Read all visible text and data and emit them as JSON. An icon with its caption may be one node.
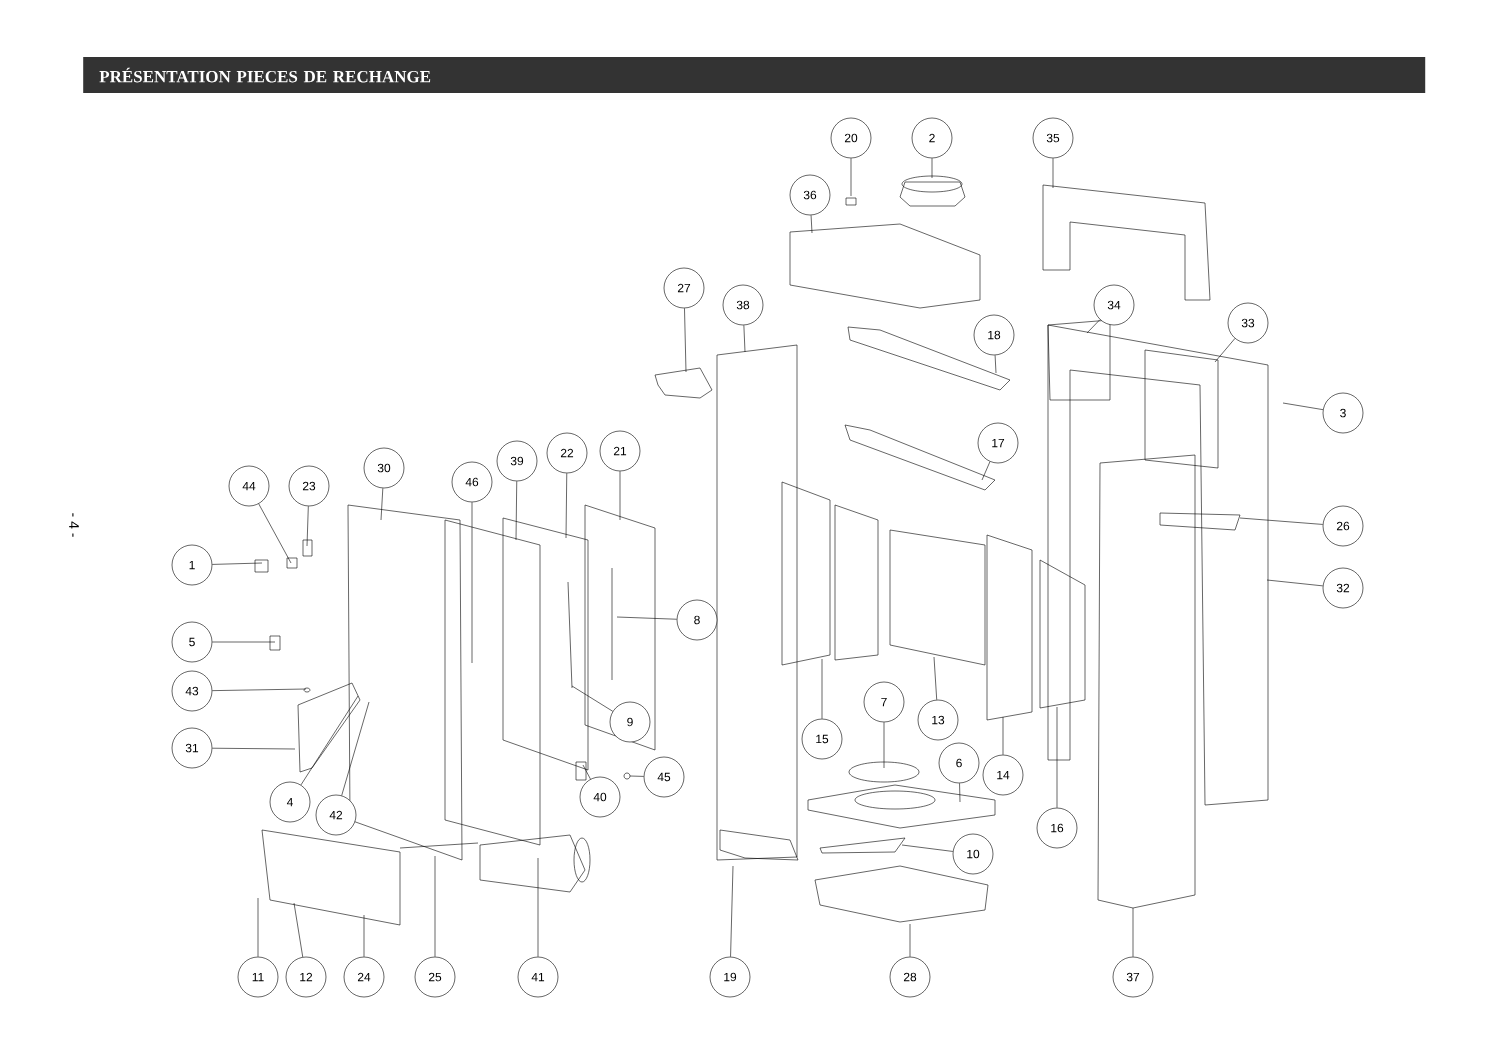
{
  "diagram": {
    "title": "PRÉSENTATION PIECES DE RECHANGE",
    "nodes": [
      {
        "text": [
          "20"
        ]
      },
      {
        "text": [
          "2"
        ]
      },
      {
        "text": [
          "35"
        ]
      },
      {
        "text": [
          "36"
        ]
      },
      {
        "text": [
          "27"
        ]
      },
      {
        "text": [
          "38"
        ]
      },
      {
        "text": [
          "34"
        ]
      },
      {
        "text": [
          "18"
        ]
      },
      {
        "text": [
          "33"
        ]
      },
      {
        "text": [
          "3"
        ]
      },
      {
        "text": [
          "17"
        ]
      },
      {
        "text": [
          "21"
        ]
      },
      {
        "text": [
          "22"
        ]
      },
      {
        "text": [
          "39"
        ]
      },
      {
        "text": [
          "30"
        ]
      },
      {
        "text": [
          "46"
        ]
      },
      {
        "text": [
          "44"
        ]
      },
      {
        "text": [
          "23"
        ]
      },
      {
        "text": [
          "26"
        ]
      },
      {
        "text": [
          "1"
        ]
      },
      {
        "text": [
          "32"
        ]
      },
      {
        "text": [
          "8"
        ]
      },
      {
        "text": [
          "5"
        ]
      },
      {
        "text": [
          "43"
        ]
      },
      {
        "text": [
          "7"
        ]
      },
      {
        "text": [
          "13"
        ]
      },
      {
        "text": [
          "9"
        ]
      },
      {
        "text": [
          "15"
        ]
      },
      {
        "text": [
          "31"
        ]
      },
      {
        "text": [
          "6"
        ]
      },
      {
        "text": [
          "45"
        ]
      },
      {
        "text": [
          "14"
        ]
      },
      {
        "text": [
          "40"
        ]
      },
      {
        "text": [
          "4"
        ]
      },
      {
        "text": [
          "42"
        ]
      },
      {
        "text": [
          "16"
        ]
      },
      {
        "text": [
          "10"
        ]
      },
      {
        "text": [
          "11"
        ]
      },
      {
        "text": [
          "12"
        ]
      },
      {
        "text": [
          "24"
        ]
      },
      {
        "text": [
          "25"
        ]
      },
      {
        "text": [
          "41"
        ]
      },
      {
        "text": [
          "19"
        ]
      },
      {
        "text": [
          "28"
        ]
      },
      {
        "text": [
          "37"
        ]
      }
    ],
    "edges": [
      {
        "from": 0,
        "to": null,
        "arrow": "none"
      },
      {
        "from": 1,
        "to": null,
        "arrow": "none"
      },
      {
        "from": 2,
        "to": null,
        "arrow": "none"
      },
      {
        "from": 3,
        "to": null,
        "arrow": "none"
      },
      {
        "from": 4,
        "to": null,
        "arrow": "none"
      },
      {
        "from": 5,
        "to": null,
        "arrow": "none"
      },
      {
        "from": 6,
        "to": null,
        "arrow": "none"
      },
      {
        "from": 7,
        "to": null,
        "arrow": "none"
      },
      {
        "from": 8,
        "to": null,
        "arrow": "none"
      },
      {
        "from": 9,
        "to": null,
        "arrow": "none"
      },
      {
        "from": 10,
        "to": null,
        "arrow": "none"
      },
      {
        "from": 11,
        "to": null,
        "arrow": "none"
      },
      {
        "from": 12,
        "to": null,
        "arrow": "none"
      },
      {
        "from": 13,
        "to": null,
        "arrow": "none"
      },
      {
        "from": 14,
        "to": null,
        "arrow": "none"
      },
      {
        "from": 15,
        "to": null,
        "arrow": "none"
      },
      {
        "from": 16,
        "to": null,
        "arrow": "none"
      },
      {
        "from": 17,
        "to": null,
        "arrow": "none"
      },
      {
        "from": 18,
        "to": null,
        "arrow": "none"
      },
      {
        "from": 19,
        "to": null,
        "arrow": "none"
      },
      {
        "from": 20,
        "to": null,
        "arrow": "none"
      },
      {
        "from": 21,
        "to": null,
        "arrow": "none"
      },
      {
        "from": 22,
        "to": null,
        "arrow": "none"
      },
      {
        "from": 23,
        "to": null,
        "arrow": "none"
      },
      {
        "from": 24,
        "to": null,
        "arrow": "none"
      },
      {
        "from": 25,
        "to": null,
        "arrow": "none"
      },
      {
        "from": 26,
        "to": null,
        "arrow": "none"
      },
      {
        "from": 27,
        "to": null,
        "arrow": "none"
      },
      {
        "from": 28,
        "to": null,
        "arrow": "none"
      },
      {
        "from": 29,
        "to": null,
        "arrow": "none"
      },
      {
        "from": 30,
        "to": null,
        "arrow": "none"
      },
      {
        "from": 31,
        "to": null,
        "arrow": "none"
      },
      {
        "from": 32,
        "to": null,
        "arrow": "none"
      },
      {
        "from": 33,
        "to": null,
        "arrow": "none"
      },
      {
        "from": 34,
        "to": null,
        "arrow": "none"
      },
      {
        "from": 35,
        "to": null,
        "arrow": "none"
      },
      {
        "from": 36,
        "to": null,
        "arrow": "none"
      },
      {
        "from": 37,
        "to": null,
        "arrow": "none"
      },
      {
        "from": 38,
        "to": null,
        "arrow": "none"
      },
      {
        "from": 39,
        "to": null,
        "arrow": "none"
      },
      {
        "from": 40,
        "to": null,
        "arrow": "none"
      },
      {
        "from": 41,
        "to": null,
        "arrow": "none"
      },
      {
        "from": 42,
        "to": null,
        "arrow": "none"
      },
      {
        "from": 43,
        "to": null,
        "arrow": "none"
      },
      {
        "from": 44,
        "to": null,
        "arrow": "none"
      }
    ],
    "labels": [
      "- 4 -"
    ]
  }
}
